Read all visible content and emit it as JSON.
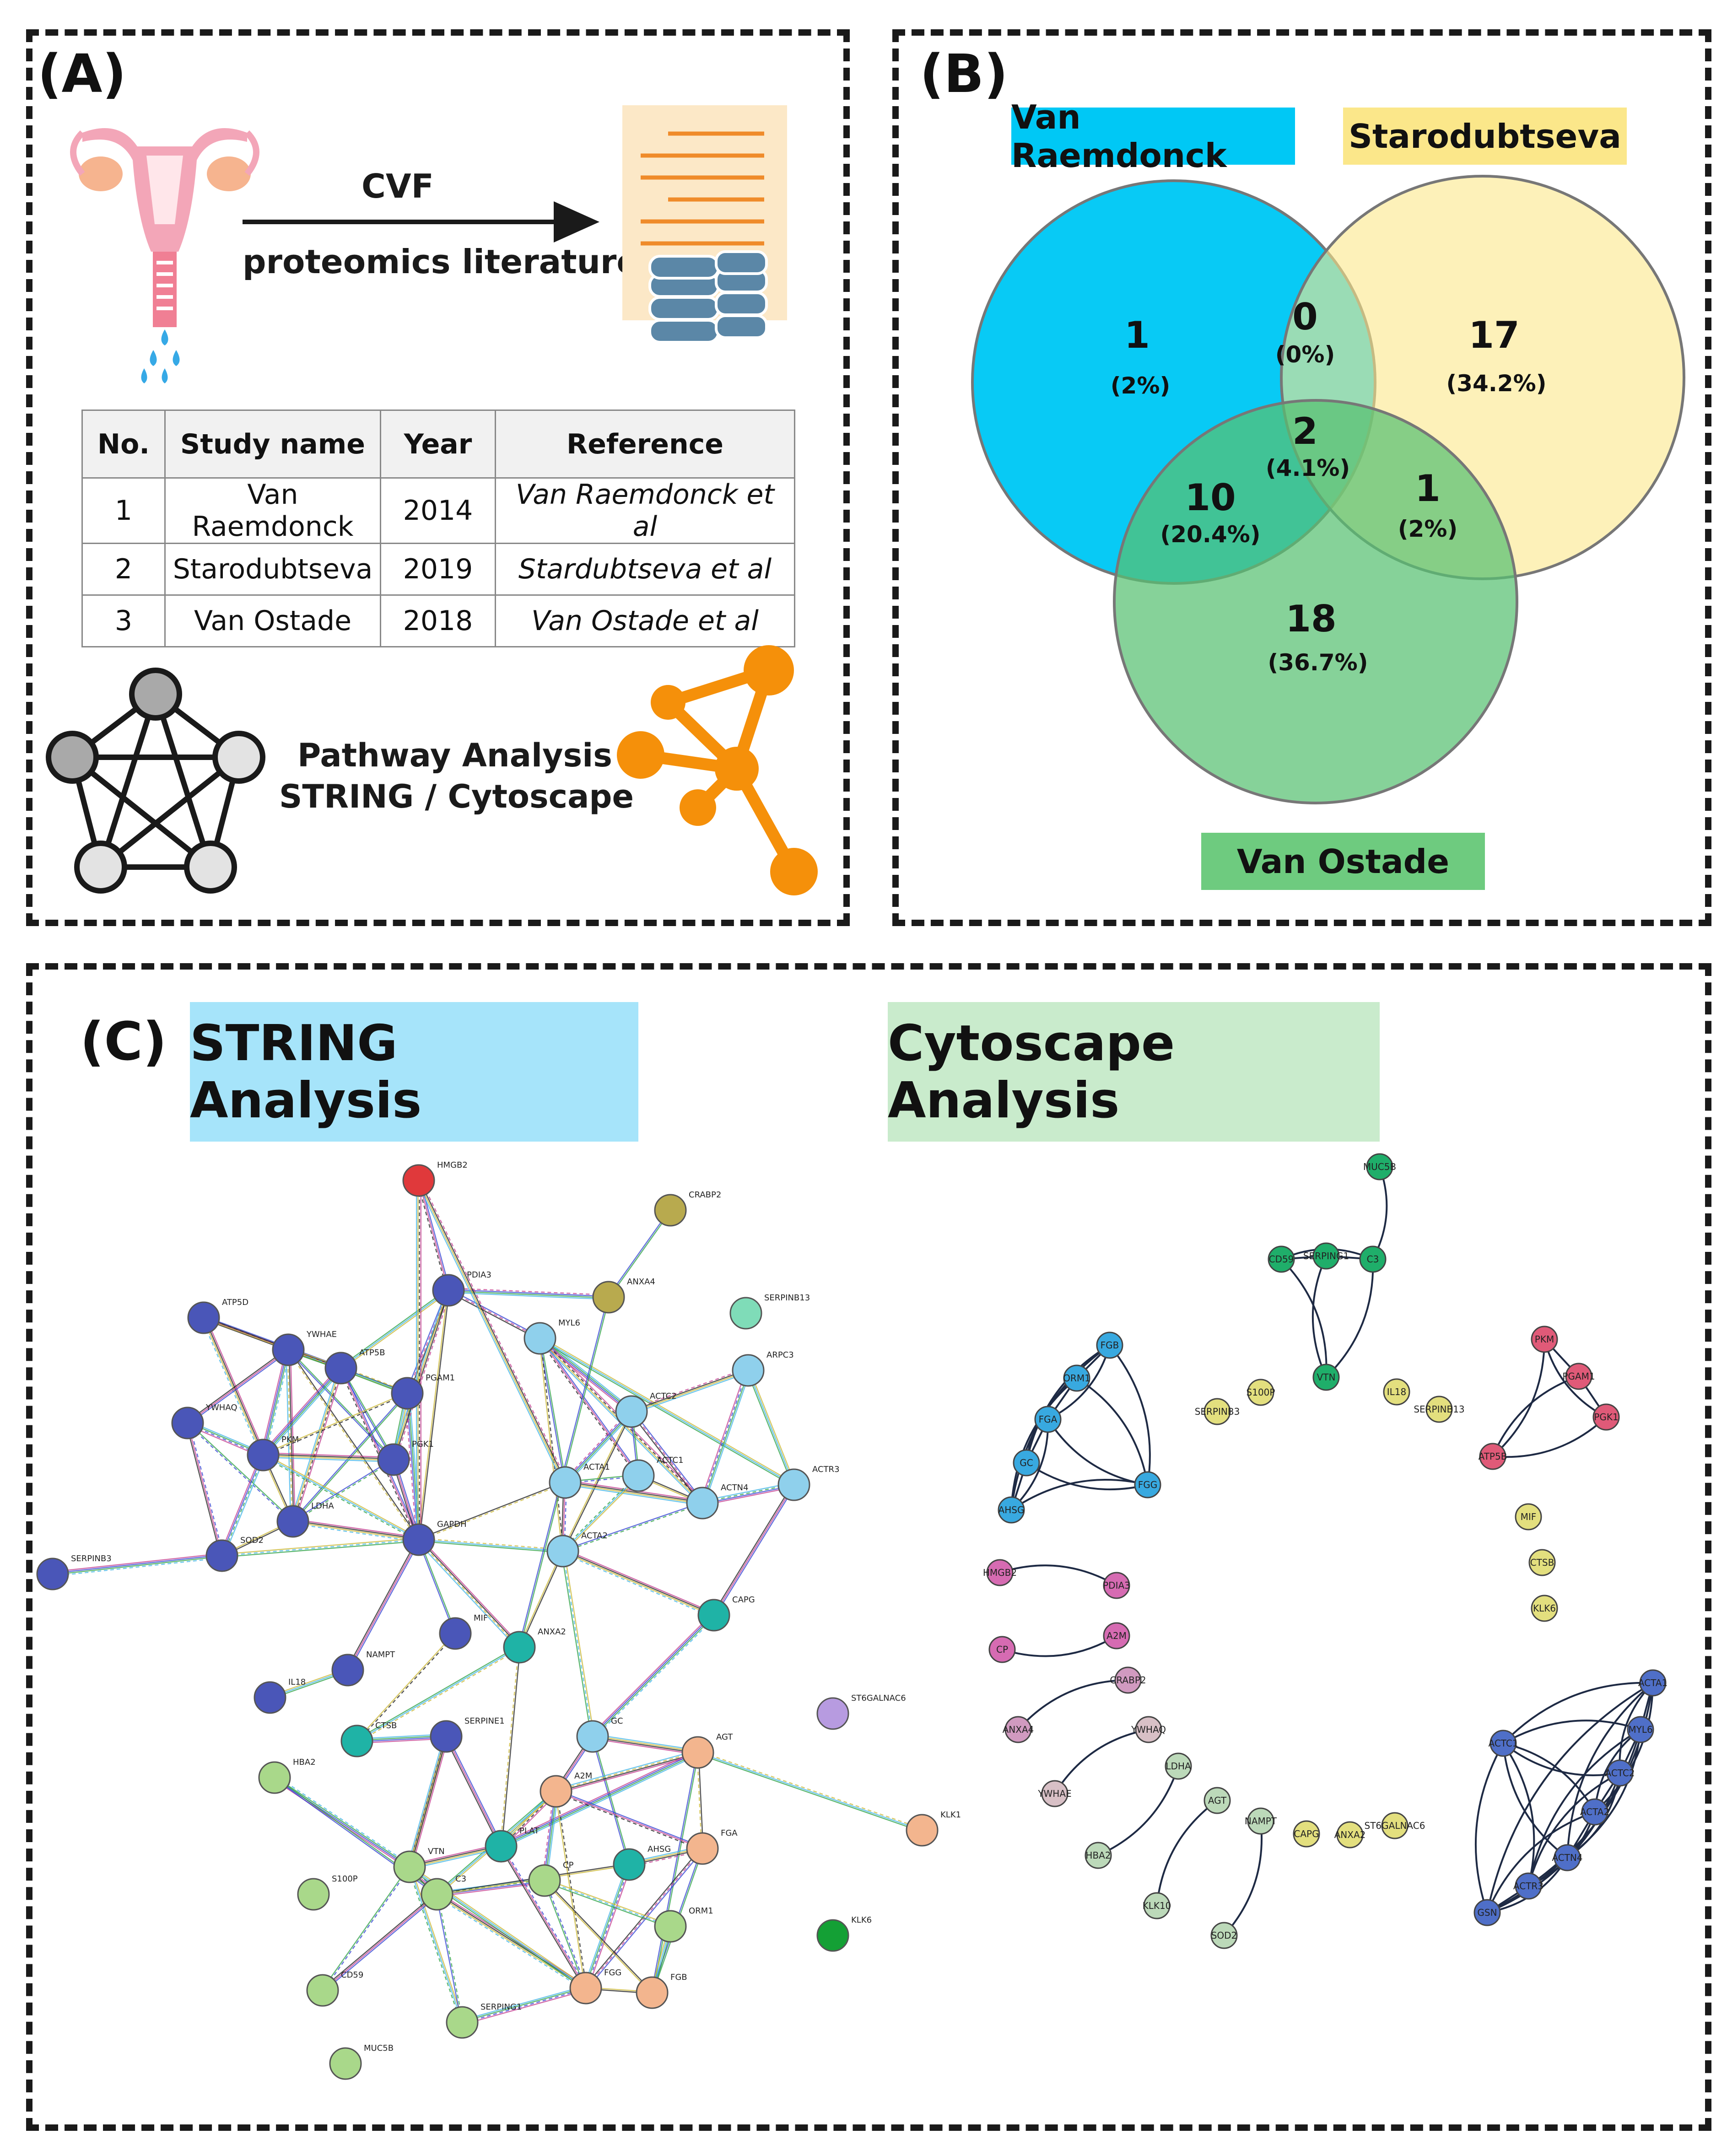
{
  "panel_a": {
    "label": "(A)",
    "arrow_top": "CVF",
    "arrow_bottom": "proteomics literature",
    "table": {
      "headers": [
        "No.",
        "Study name",
        "Year",
        "Reference"
      ],
      "rows": [
        [
          "1",
          "Van Raemdonck",
          "2014",
          "Van Raemdonck et al"
        ],
        [
          "2",
          "Starodubtseva",
          "2019",
          "Stardubtseva et al"
        ],
        [
          "3",
          "Van Ostade",
          "2018",
          "Van Ostade et al"
        ]
      ]
    },
    "pathway_line1": "Pathway Analysis",
    "pathway_line2": "STRING / Cytoscape"
  },
  "panel_b": {
    "label": "(B)",
    "sets": [
      {
        "name": "Van Raemdonck",
        "color": "#00c8f5"
      },
      {
        "name": "Starodubtseva",
        "color": "#fbe78a"
      },
      {
        "name": "Van Ostade",
        "color": "#6ecb7f"
      }
    ],
    "regions": [
      {
        "id": "a_only",
        "count": "1",
        "pct": "(2%)"
      },
      {
        "id": "ab",
        "count": "0",
        "pct": "(0%)"
      },
      {
        "id": "b_only",
        "count": "17",
        "pct": "(34.2%)"
      },
      {
        "id": "abc",
        "count": "2",
        "pct": "(4.1%)"
      },
      {
        "id": "ac",
        "count": "10",
        "pct": "(20.4%)"
      },
      {
        "id": "bc",
        "count": "1",
        "pct": "(2%)"
      },
      {
        "id": "c_only",
        "count": "18",
        "pct": "(36.7%)"
      }
    ]
  },
  "panel_c": {
    "label": "(C)",
    "string_title": "STRING Analysis",
    "cytoscape_title": "Cytoscape Analysis",
    "string_nodes": [
      {
        "id": "HMGB2",
        "c": "#e0393b"
      },
      {
        "id": "CRABP2",
        "c": "#b8aa4e"
      },
      {
        "id": "PDIA3",
        "c": "#4a56b8"
      },
      {
        "id": "ANXA4",
        "c": "#b8aa4e"
      },
      {
        "id": "SERPINB13",
        "c": "#7fdcb8"
      },
      {
        "id": "ATP5D",
        "c": "#4a56b8"
      },
      {
        "id": "YWHAE",
        "c": "#4a56b8"
      },
      {
        "id": "ATP5B",
        "c": "#4a56b8"
      },
      {
        "id": "PGAM1",
        "c": "#4a56b8"
      },
      {
        "id": "MYL6",
        "c": "#8fd0ec"
      },
      {
        "id": "ARPC3",
        "c": "#8fd0ec"
      },
      {
        "id": "YWHAQ",
        "c": "#4a56b8"
      },
      {
        "id": "ACTC2",
        "c": "#8fd0ec"
      },
      {
        "id": "PKM",
        "c": "#4a56b8"
      },
      {
        "id": "PGK1",
        "c": "#4a56b8"
      },
      {
        "id": "ACTA1",
        "c": "#8fd0ec"
      },
      {
        "id": "ACTC1",
        "c": "#8fd0ec"
      },
      {
        "id": "ACTR3",
        "c": "#8fd0ec"
      },
      {
        "id": "LDHA",
        "c": "#4a56b8"
      },
      {
        "id": "ACTN4",
        "c": "#8fd0ec"
      },
      {
        "id": "SOD2",
        "c": "#4a56b8"
      },
      {
        "id": "GAPDH",
        "c": "#4a56b8"
      },
      {
        "id": "ACTA2",
        "c": "#8fd0ec"
      },
      {
        "id": "SERPINB3",
        "c": "#4a56b8"
      },
      {
        "id": "CAPG",
        "c": "#1fb3a6"
      },
      {
        "id": "MIF",
        "c": "#4a56b8"
      },
      {
        "id": "ANXA2",
        "c": "#1fb3a6"
      },
      {
        "id": "NAMPT",
        "c": "#4a56b8"
      },
      {
        "id": "IL18",
        "c": "#4a56b8"
      },
      {
        "id": "ST6GALNAC6",
        "c": "#b79be0"
      },
      {
        "id": "CTSB",
        "c": "#1fb3a6"
      },
      {
        "id": "SERPINE1",
        "c": "#4a56b8"
      },
      {
        "id": "GC",
        "c": "#8fd0ec"
      },
      {
        "id": "AGT",
        "c": "#f3b58e"
      },
      {
        "id": "HBA2",
        "c": "#a9d88a"
      },
      {
        "id": "A2M",
        "c": "#f3b58e"
      },
      {
        "id": "KLK1",
        "c": "#f3b58e"
      },
      {
        "id": "FGA",
        "c": "#f3b58e"
      },
      {
        "id": "PLAT",
        "c": "#1fb3a6"
      },
      {
        "id": "AHSG",
        "c": "#1fb3a6"
      },
      {
        "id": "VTN",
        "c": "#a9d88a"
      },
      {
        "id": "C3",
        "c": "#a9d88a"
      },
      {
        "id": "CP",
        "c": "#a9d88a"
      },
      {
        "id": "S100P",
        "c": "#a9d88a"
      },
      {
        "id": "ORM1",
        "c": "#a9d88a"
      },
      {
        "id": "KLK6",
        "c": "#14a035"
      },
      {
        "id": "CD59",
        "c": "#a9d88a"
      },
      {
        "id": "FGG",
        "c": "#f3b58e"
      },
      {
        "id": "FGB",
        "c": "#f3b58e"
      },
      {
        "id": "SERPING1",
        "c": "#a9d88a"
      },
      {
        "id": "MUC5B",
        "c": "#a9d88a"
      }
    ],
    "cyto_nodes": [
      {
        "id": "MUC5B",
        "c": "#1fae6a"
      },
      {
        "id": "CD59",
        "c": "#1fae6a"
      },
      {
        "id": "SERPING1",
        "c": "#1fae6a"
      },
      {
        "id": "C3",
        "c": "#1fae6a"
      },
      {
        "id": "VTN",
        "c": "#1fae6a"
      },
      {
        "id": "FGB",
        "c": "#38a9e0"
      },
      {
        "id": "ORM1",
        "c": "#38a9e0"
      },
      {
        "id": "FGA",
        "c": "#38a9e0"
      },
      {
        "id": "GC",
        "c": "#38a9e0"
      },
      {
        "id": "FGG",
        "c": "#38a9e0"
      },
      {
        "id": "AHSG",
        "c": "#38a9e0"
      },
      {
        "id": "S100P",
        "c": "#e3df7e"
      },
      {
        "id": "SERPINB3",
        "c": "#e3df7e"
      },
      {
        "id": "IL18",
        "c": "#e3df7e"
      },
      {
        "id": "SERPINB13",
        "c": "#e3df7e"
      },
      {
        "id": "PKM",
        "c": "#e05a78"
      },
      {
        "id": "PGAM1",
        "c": "#e05a78"
      },
      {
        "id": "PGK1",
        "c": "#e05a78"
      },
      {
        "id": "ATP5B",
        "c": "#e05a78"
      },
      {
        "id": "MIF",
        "c": "#e3df7e"
      },
      {
        "id": "CTSB",
        "c": "#e3df7e"
      },
      {
        "id": "KLK6",
        "c": "#e3df7e"
      },
      {
        "id": "HMGB2",
        "c": "#d66bb2"
      },
      {
        "id": "PDIA3",
        "c": "#d66bb2"
      },
      {
        "id": "CP",
        "c": "#d66bb2"
      },
      {
        "id": "A2M",
        "c": "#d66bb2"
      },
      {
        "id": "CRABP2",
        "c": "#d19ac0"
      },
      {
        "id": "ANXA4",
        "c": "#d19ac0"
      },
      {
        "id": "YWHAQ",
        "c": "#d8c0c6"
      },
      {
        "id": "YWHAE",
        "c": "#d8c0c6"
      },
      {
        "id": "LDHA",
        "c": "#bcd9b9"
      },
      {
        "id": "AGT",
        "c": "#bcd9b9"
      },
      {
        "id": "HBA2",
        "c": "#bcd9b9"
      },
      {
        "id": "KLK10",
        "c": "#bcd9b9"
      },
      {
        "id": "NAMPT",
        "c": "#bcd9b9"
      },
      {
        "id": "SOD2",
        "c": "#bcd9b9"
      },
      {
        "id": "CAPG",
        "c": "#e3df7e"
      },
      {
        "id": "ANXA2",
        "c": "#e3df7e"
      },
      {
        "id": "ST6GALNAC6",
        "c": "#e3df7e"
      },
      {
        "id": "ACTA1",
        "c": "#4f6fc8"
      },
      {
        "id": "ACTC1",
        "c": "#4f6fc8"
      },
      {
        "id": "MYL6",
        "c": "#4f6fc8"
      },
      {
        "id": "ACTC2",
        "c": "#4f6fc8"
      },
      {
        "id": "ACTA2",
        "c": "#4f6fc8"
      },
      {
        "id": "ACTN4",
        "c": "#4f6fc8"
      },
      {
        "id": "ACTR3",
        "c": "#4f6fc8"
      },
      {
        "id": "GSN",
        "c": "#4f6fc8"
      }
    ]
  }
}
